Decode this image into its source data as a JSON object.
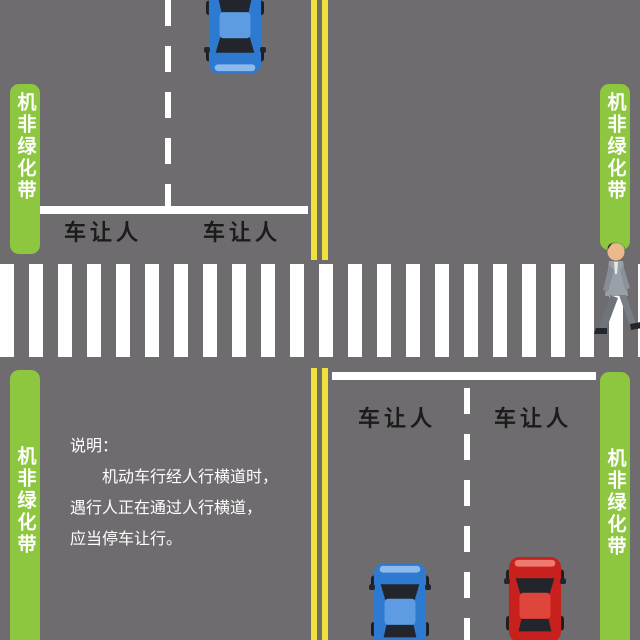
{
  "colors": {
    "road": "#6f6c6f",
    "green_belt": "#8dc63f",
    "yellow_line": "#efe33b",
    "marking_white": "#ffffff",
    "yield_text": "#1b1b1b",
    "note_text": "#ffffff",
    "car_blue": "#2e7ad0",
    "car_blue_roof": "#5d9ce2",
    "car_blue_trim": "#8fb9ea",
    "car_red": "#c8211d",
    "car_red_roof": "#e0453c",
    "car_red_trim": "#ee7a70",
    "glass": "#23252c"
  },
  "green_belt": {
    "label": "机非绿化带"
  },
  "yield_marking": {
    "label": "车让人"
  },
  "note": {
    "title": "说明：",
    "lines": [
      "机动车行经人行横道时，",
      "遇行人正在通过人行横道，",
      "应当停车让行。"
    ]
  }
}
